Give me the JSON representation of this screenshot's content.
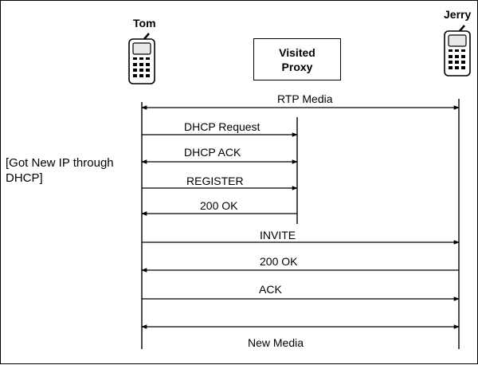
{
  "participants": {
    "tom": "Tom",
    "jerry": "Jerry",
    "proxy": [
      "Visited",
      "Proxy"
    ]
  },
  "note": "[Got New IP through DHCP]",
  "messages": [
    {
      "label": "RTP Media",
      "from": "tom",
      "to": "jerry",
      "direction": "both"
    },
    {
      "label": "DHCP Request",
      "from": "tom",
      "to": "proxy",
      "direction": "right"
    },
    {
      "label": "DHCP ACK",
      "from": "tom",
      "to": "proxy",
      "direction": "both"
    },
    {
      "label": "REGISTER",
      "from": "tom",
      "to": "proxy",
      "direction": "right"
    },
    {
      "label": "200 OK",
      "from": "proxy",
      "to": "tom",
      "direction": "left"
    },
    {
      "label": "INVITE",
      "from": "tom",
      "to": "jerry",
      "direction": "right"
    },
    {
      "label": "200 OK",
      "from": "jerry",
      "to": "tom",
      "direction": "left"
    },
    {
      "label": "ACK",
      "from": "tom",
      "to": "jerry",
      "direction": "right"
    },
    {
      "label": "New Media",
      "from": "tom",
      "to": "jerry",
      "direction": "both"
    }
  ],
  "icons": {
    "phone": "mobile-phone-icon"
  }
}
